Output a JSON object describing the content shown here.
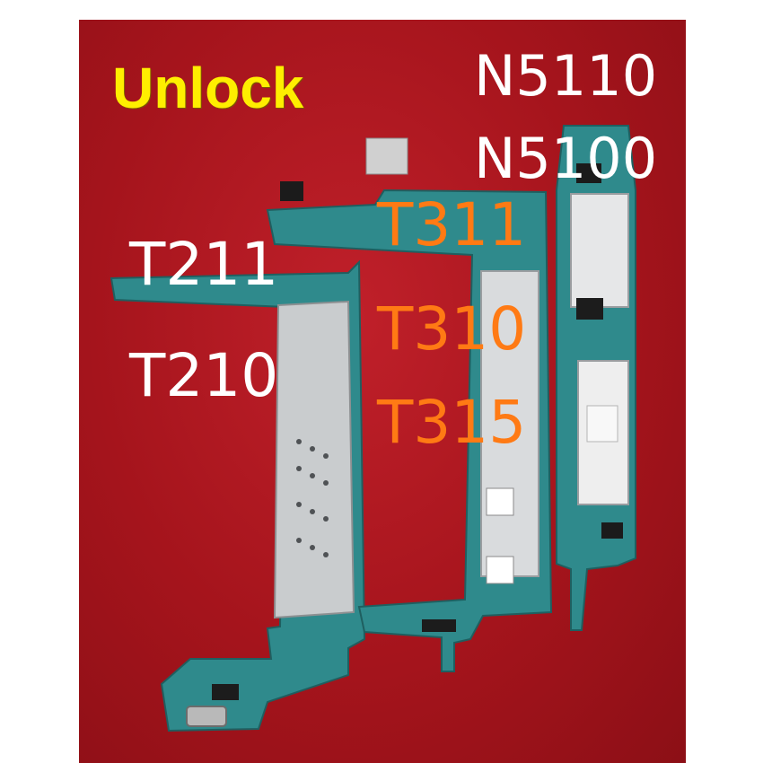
{
  "photo": {
    "background_color": "#a5141c",
    "board_color": "#2f8a8c",
    "shield_color": "#d4d6d8"
  },
  "labels": {
    "unlock": "Unlock",
    "n5110": "N5110",
    "n5100": "N5100",
    "t311": "T311",
    "t211": "T211",
    "t310": "T310",
    "t210": "T210",
    "t315": "T315"
  },
  "colors": {
    "unlock_text": "#ffee00",
    "white_text": "#ffffff",
    "orange_text": "#ff7a14"
  }
}
